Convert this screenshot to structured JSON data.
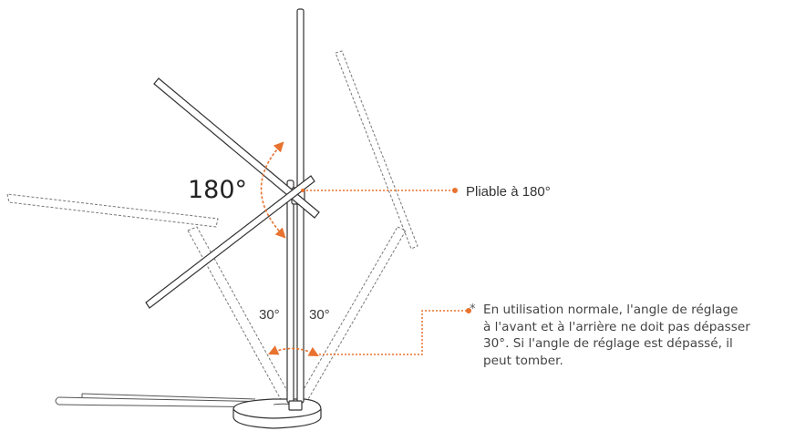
{
  "colors": {
    "accent": "#e8722f",
    "line": "#444444",
    "dashed": "#777777"
  },
  "labels": {
    "fold_angle": "180°",
    "tilt_left": "30°",
    "tilt_right": "30°",
    "fold_callout": "Pliable à 180°"
  },
  "note": {
    "marker": "*",
    "lines": [
      "En utilisation normale, l'angle de réglage",
      "à l'avant et à l'arrière ne doit pas dépasser",
      "30°. Si l'angle de réglage est dépassé, il",
      "peut tomber."
    ]
  }
}
